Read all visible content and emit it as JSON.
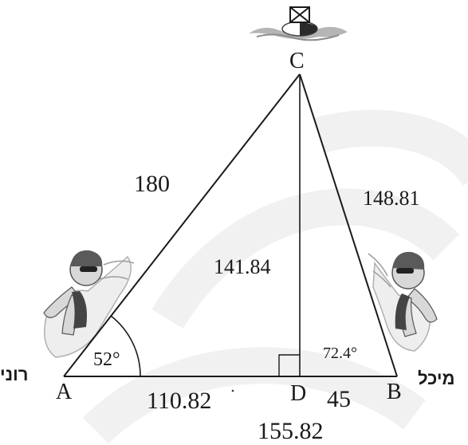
{
  "vertices": {
    "A": "A",
    "B": "B",
    "C": "C",
    "D": "D"
  },
  "lengths": {
    "AC": "180",
    "BC": "148.81",
    "CD": "141.84",
    "AD": "110.82",
    "DB": "45",
    "AB": "155.82"
  },
  "angles": {
    "A": "52°",
    "B": "72.4°"
  },
  "swimmers": {
    "left": "רוני",
    "right": "מיכל"
  },
  "icons": [
    "buoy-icon",
    "swimmer-left-icon",
    "swimmer-right-icon"
  ],
  "colors": {
    "line": "#1a1a1a",
    "watermark": "#f1f1f1",
    "water": "#9a9a9a",
    "skin": "#d8d8d8",
    "cap": "#5a5a5a"
  }
}
